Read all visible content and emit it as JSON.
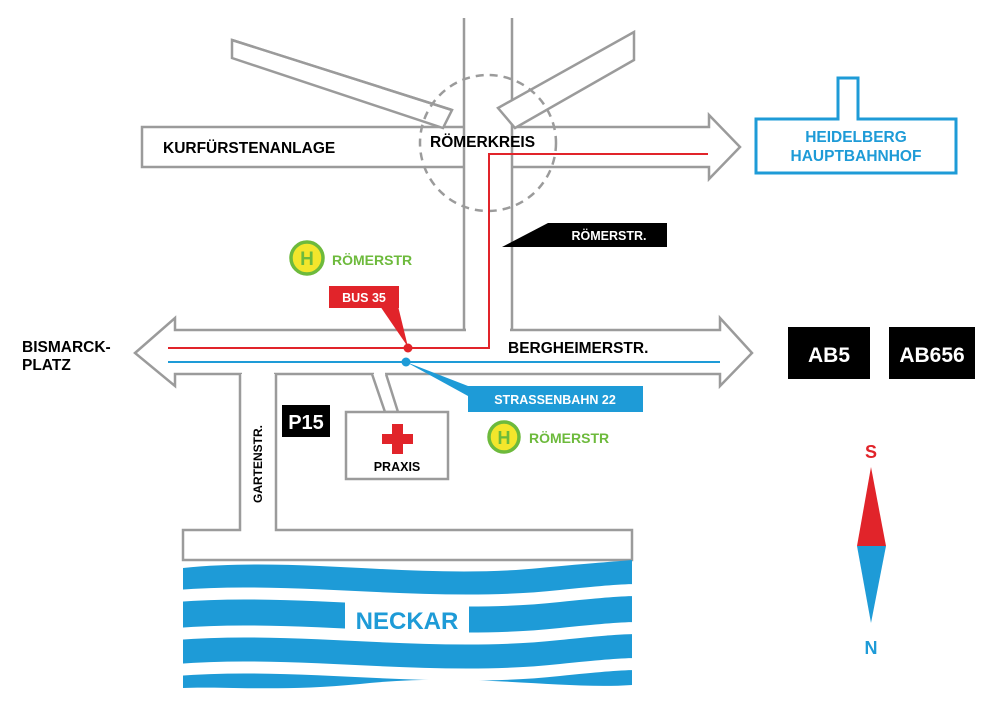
{
  "streets": {
    "kurfuerstenanlage": "KURFÜRSTENANLAGE",
    "roemerkreis": "RÖMERKREIS",
    "roemerstr": "RÖMERSTR.",
    "bismarckplatz_line1": "BISMARCK-",
    "bismarckplatz_line2": "PLATZ",
    "bergheimerstr": "BERGHEIMERSTR.",
    "gartenstr": "GARTENSTR."
  },
  "station": {
    "line1": "HEIDELBERG",
    "line2": "HAUPTBAHNHOF"
  },
  "stops": {
    "icon_letter": "H",
    "stop_north": "RÖMERSTR",
    "stop_south": "RÖMERSTR"
  },
  "transit": {
    "bus_label": "BUS 35",
    "tram_label": "STRASSENBAHN 22"
  },
  "places": {
    "parking": "P15",
    "praxis": "PRAXIS"
  },
  "highways": [
    "AB5",
    "AB656"
  ],
  "river": "NECKAR",
  "compass": {
    "top": "S",
    "bottom": "N"
  },
  "colors": {
    "road_outline": "#9b9b9b",
    "bus_red": "#e1242a",
    "tram_blue": "#1e9bd7",
    "stop_green": "#6dba3c",
    "stop_yellow": "#f3e62c",
    "river_blue": "#1e9bd7",
    "label_black": "#000000"
  }
}
